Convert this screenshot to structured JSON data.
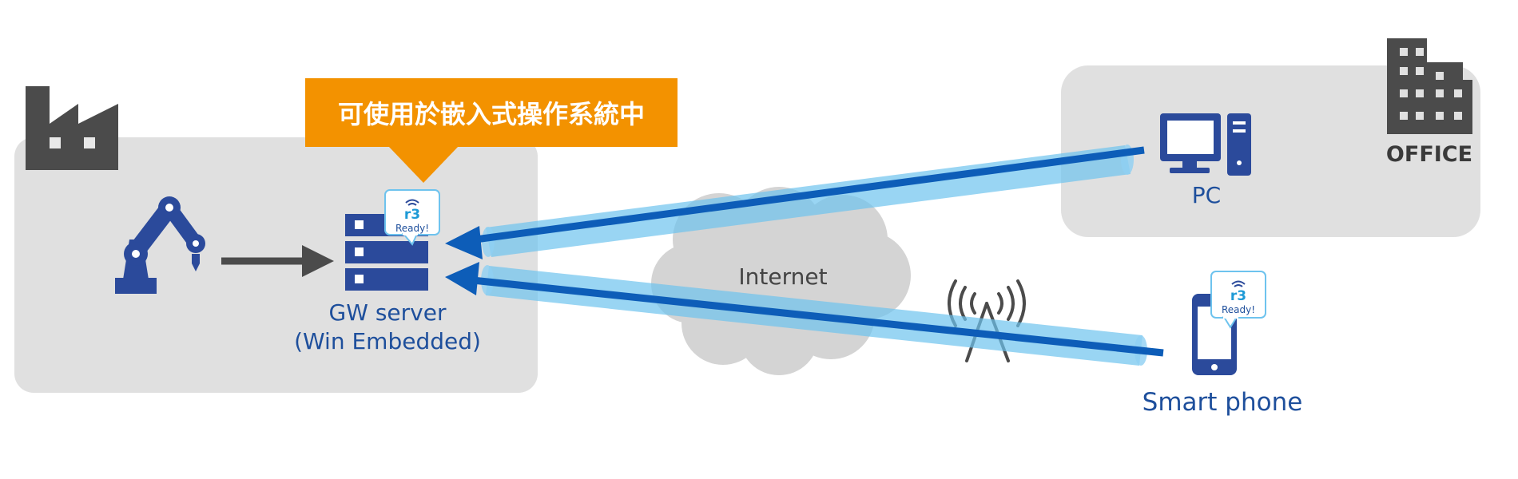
{
  "callout": {
    "text": "可使用於嵌入式操作系統中"
  },
  "gateway": {
    "line1": "GW server",
    "line2": "(Win Embedded)"
  },
  "network": {
    "label": "Internet"
  },
  "office": {
    "label": "OFFICE"
  },
  "pc": {
    "label": "PC"
  },
  "phone": {
    "label": "Smart phone"
  },
  "badge": {
    "logo": "r3",
    "text": "Ready!"
  },
  "colors": {
    "zone_bg": "#e0e0e0",
    "primary_blue": "#1e4f9c",
    "tube_blue": "#6ec3ee",
    "arrow_blue": "#0d5db8",
    "callout_orange": "#f39200",
    "dark_gray": "#4b4b4b"
  },
  "icons": [
    "factory-icon",
    "robot-arm-icon",
    "server-icon",
    "office-building-icon",
    "pc-icon",
    "smartphone-icon",
    "antenna-icon",
    "cloud-icon",
    "r3-ready-badge-icon"
  ]
}
